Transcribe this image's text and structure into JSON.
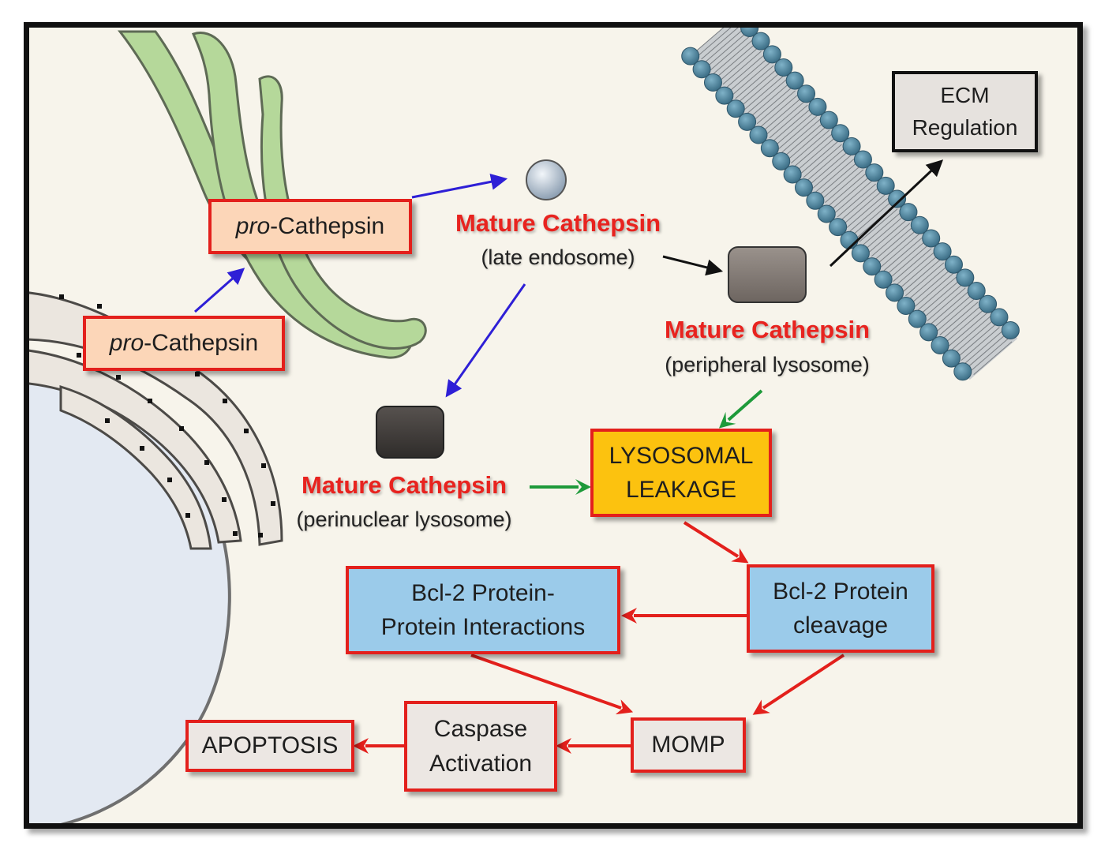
{
  "labels": {
    "pro_cathepsin_prefix": "pro",
    "pro_cathepsin_suffix": "-Cathepsin",
    "mature_cathepsin": "Mature Cathepsin",
    "late_endosome": "(late endosome)",
    "peripheral_lysosome": "(peripheral  lysosome)",
    "perinuclear_lysosome": "(perinuclear  lysosome)"
  },
  "boxes": {
    "ecm_line1": "ECM",
    "ecm_line2": "Regulation",
    "leakage_line1": "LYSOSOMAL",
    "leakage_line2": "LEAKAGE",
    "bcl2_cleavage_line1": "Bcl-2 Protein",
    "bcl2_cleavage_line2": "cleavage",
    "bcl2_ppi_line1": "Bcl-2 Protein-",
    "bcl2_ppi_line2": "Protein Interactions",
    "momp": "MOMP",
    "caspase_line1": "Caspase",
    "caspase_line2": "Activation",
    "apoptosis": "APOPTOSIS"
  },
  "colors": {
    "background": "#f7f4eb",
    "golgi_green": "#b5d89a",
    "nucleus_blue": "#e3e9f2",
    "membrane_teal": "#4d7f99",
    "accent_red": "#e3201c",
    "blue_arrow": "#2e1fd6",
    "green_arrow": "#1e9a3a",
    "leakage_gold": "#fcc20f",
    "bcl2_blue": "#9bcbea",
    "pro_peach": "#fcd6b8"
  }
}
